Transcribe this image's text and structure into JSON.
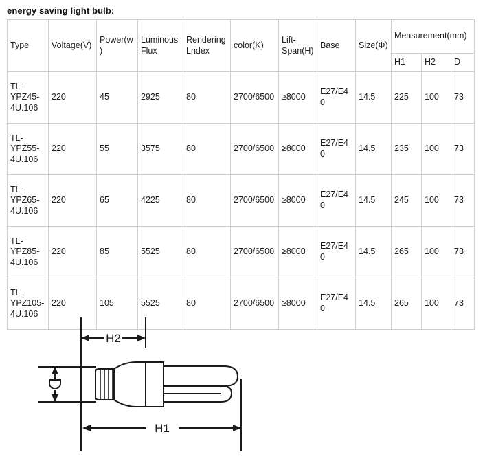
{
  "page": {
    "title": "energy saving light bulb:"
  },
  "table": {
    "headers_row1": [
      "Type",
      "Voltage(V)",
      "Power(w)",
      "Luminous Flux",
      "Rendering Lndex",
      "color(K)",
      "Lift-Span(H)",
      "Base",
      "Size(Φ)",
      "Measurement(mm)"
    ],
    "headers_row2": {
      "h1": "H1",
      "h2": "H2",
      "d": "D"
    },
    "rows": [
      {
        "type": "TL-YPZ45-4U.106",
        "voltage": "220",
        "power": "45",
        "luminous_flux": "2925",
        "rendering_index": "80",
        "color": "2700/6500",
        "life_span": "≥8000",
        "base": "E27/E40",
        "size": "14.5",
        "h1": "225",
        "h2": "100",
        "d": "73"
      },
      {
        "type": "TL-YPZ55-4U.106",
        "voltage": "220",
        "power": "55",
        "luminous_flux": "3575",
        "rendering_index": "80",
        "color": "2700/6500",
        "life_span": "≥8000",
        "base": "E27/E40",
        "size": "14.5",
        "h1": "235",
        "h2": "100",
        "d": "73"
      },
      {
        "type": "TL-YPZ65-4U.106",
        "voltage": "220",
        "power": "65",
        "luminous_flux": "4225",
        "rendering_index": "80",
        "color": "2700/6500",
        "life_span": "≥8000",
        "base": "E27/E40",
        "size": "14.5",
        "h1": "245",
        "h2": "100",
        "d": "73"
      },
      {
        "type": "TL-YPZ85-4U.106",
        "voltage": "220",
        "power": "85",
        "luminous_flux": "5525",
        "rendering_index": "80",
        "color": "2700/6500",
        "life_span": "≥8000",
        "base": "E27/E40",
        "size": "14.5",
        "h1": "265",
        "h2": "100",
        "d": "73"
      },
      {
        "type": "TL-YPZ105-4U.106",
        "voltage": "220",
        "power": "105",
        "luminous_flux": "5525",
        "rendering_index": "80",
        "color": "2700/6500",
        "life_span": "≥8000",
        "base": "E27/E40",
        "size": "14.5",
        "h1": "265",
        "h2": "100",
        "d": "73"
      }
    ]
  },
  "diagram": {
    "label_h2": "H2",
    "label_h1": "H1",
    "line_color": "#1a1a1a",
    "fill_color": "#ffffff"
  }
}
